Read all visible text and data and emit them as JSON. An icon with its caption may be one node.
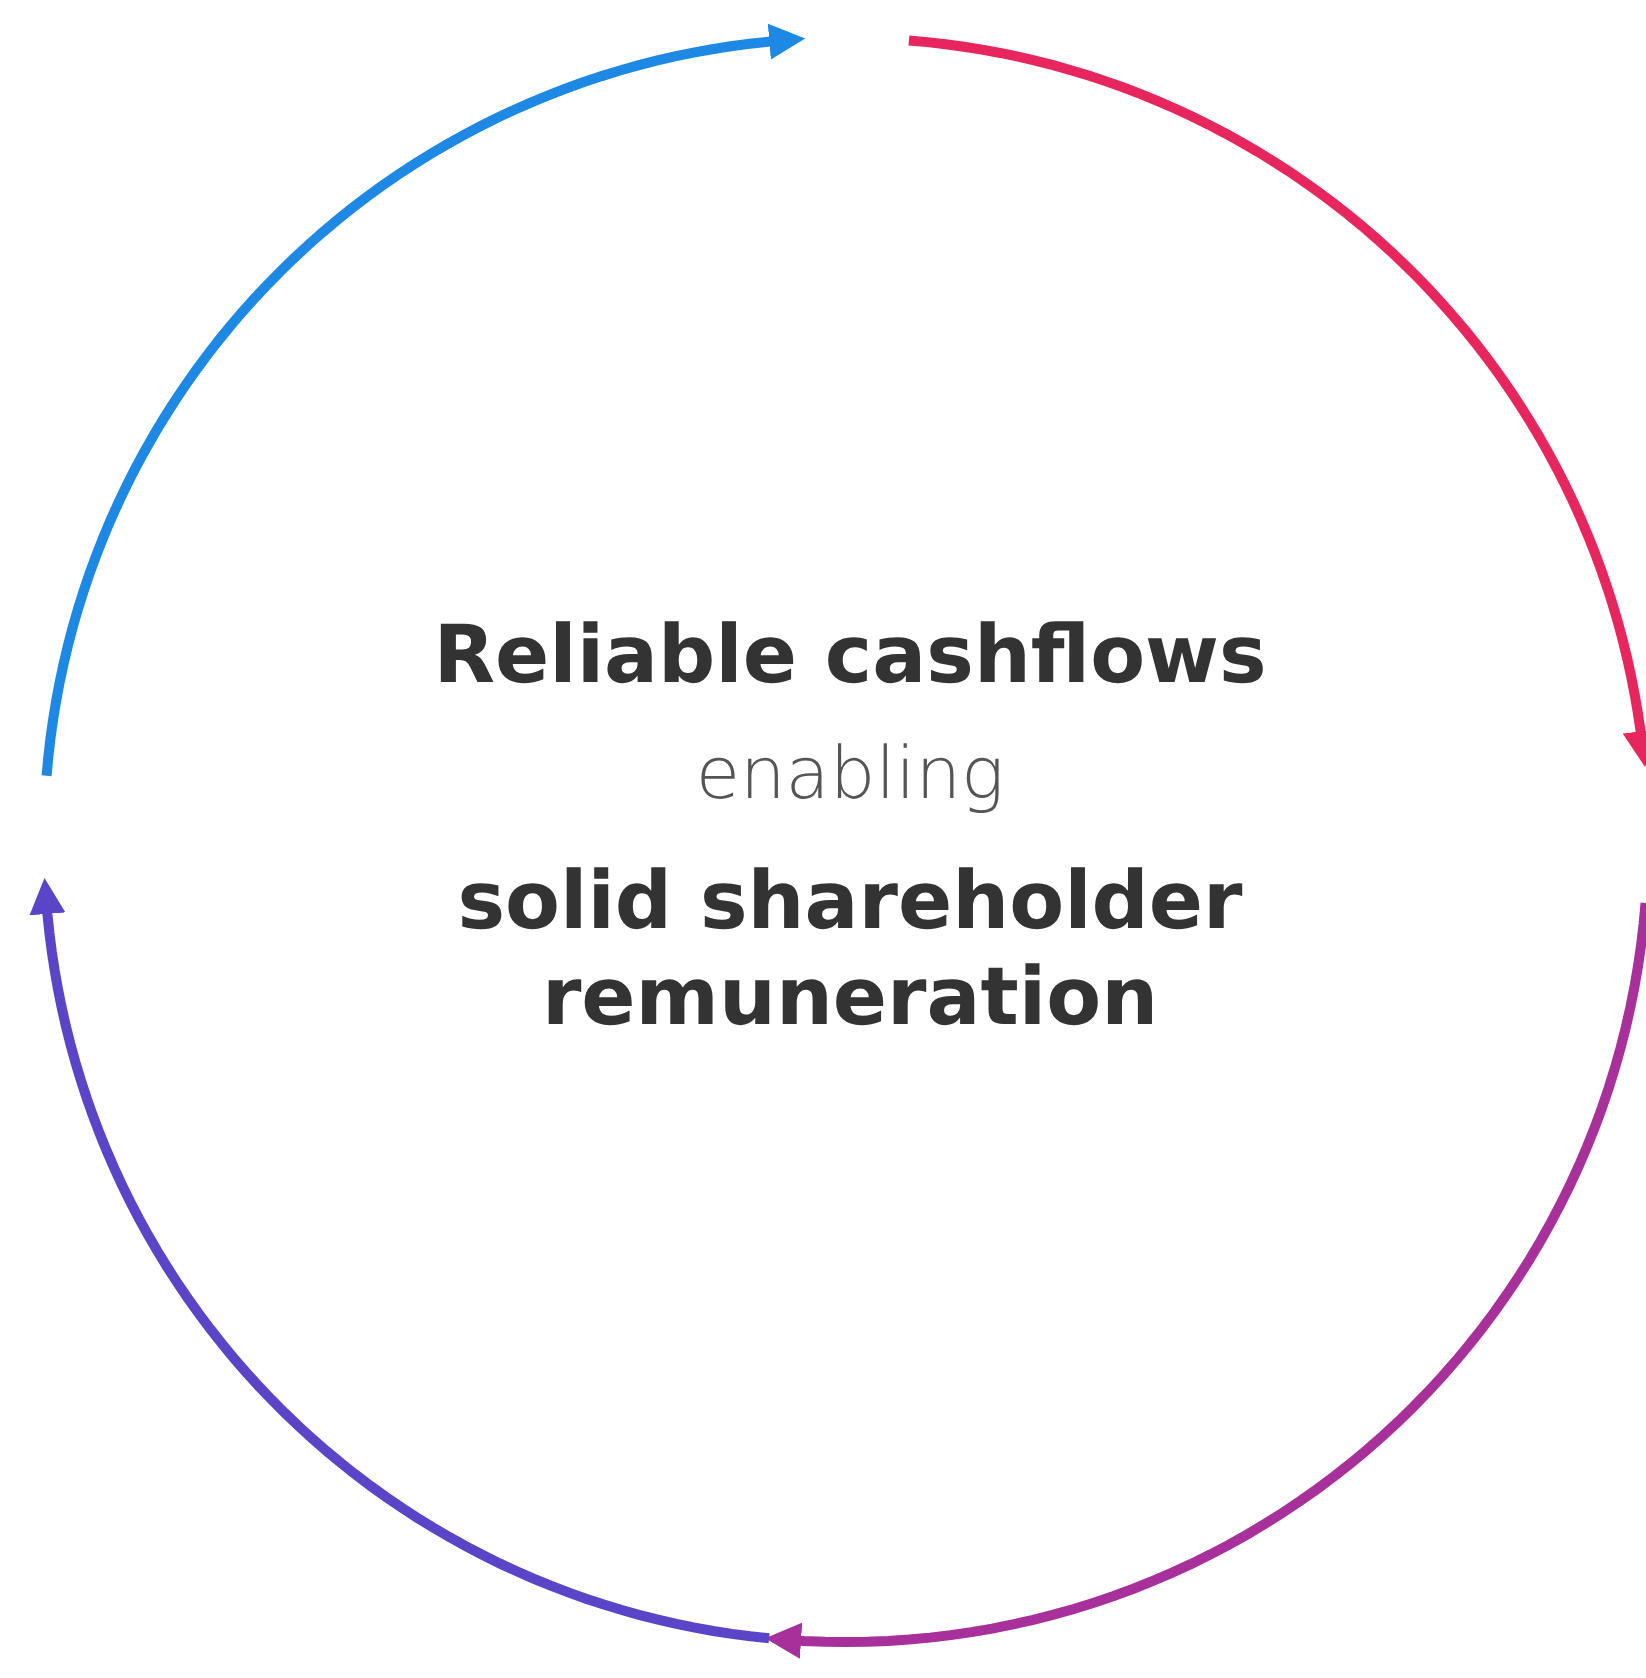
{
  "diagram": {
    "labels": [
      "Reliable cashflows",
      "enabling",
      "solid shareholder remuneration"
    ]
  }
}
